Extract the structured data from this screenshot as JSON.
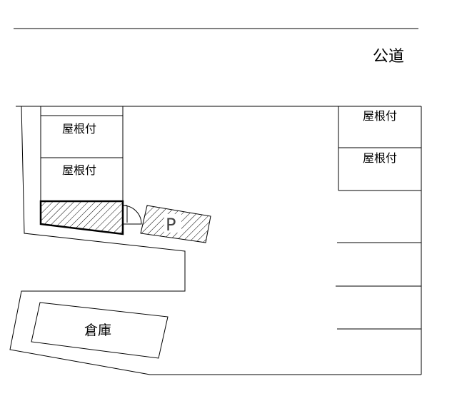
{
  "road": {
    "label": "公道"
  },
  "roofed_areas": {
    "left_upper": "屋根付",
    "left_lower": "屋根付",
    "right_upper": "屋根付",
    "right_lower": "屋根付"
  },
  "parking": {
    "label": "P"
  },
  "storehouse": {
    "label": "倉庫"
  },
  "colors": {
    "line": "#000000",
    "background": "#ffffff"
  }
}
